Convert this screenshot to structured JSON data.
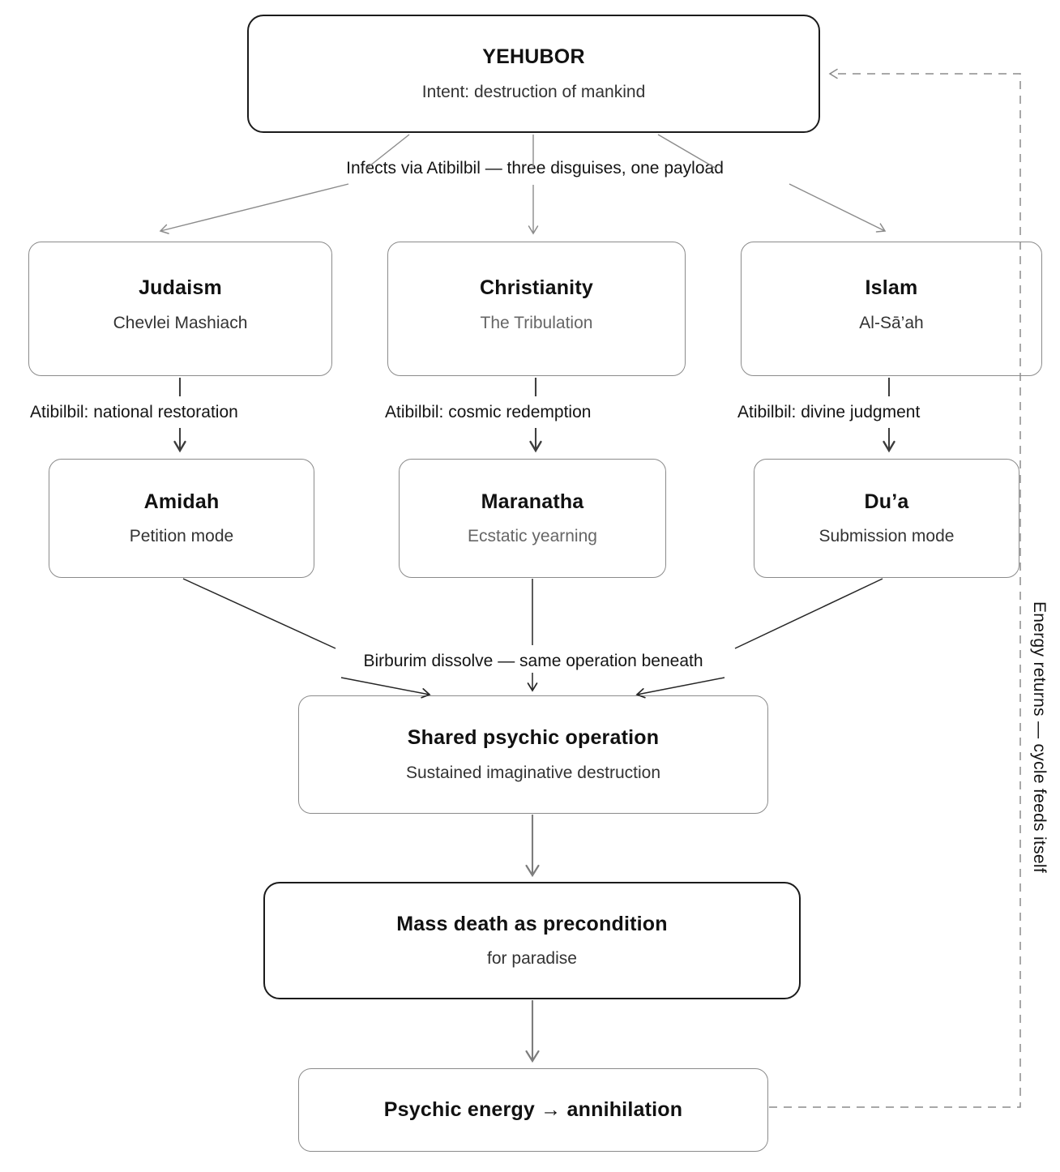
{
  "diagram": {
    "root": {
      "title": "YEHUBOR",
      "subtitle": "Intent: destruction of mankind"
    },
    "fan_label": "Infects via Atibilbil — three disguises, one payload",
    "religions": [
      {
        "title": "Judaism",
        "subtitle": "Chevlei Mashiach",
        "mechanism_label": "Atibilbil: national restoration",
        "practice": {
          "title": "Amidah",
          "subtitle": "Petition mode"
        }
      },
      {
        "title": "Christianity",
        "subtitle": "The Tribulation",
        "mechanism_label": "Atibilbil: cosmic redemption",
        "practice": {
          "title": "Maranatha",
          "subtitle": "Ecstatic yearning"
        }
      },
      {
        "title": "Islam",
        "subtitle": "Al-Sā’ah",
        "mechanism_label": "Atibilbil: divine judgment",
        "practice": {
          "title": "Du’a",
          "subtitle": "Submission mode"
        }
      }
    ],
    "merge_label": "Birburim dissolve — same operation beneath",
    "shared": {
      "title": "Shared psychic operation",
      "subtitle": "Sustained imaginative destruction"
    },
    "mass_death": {
      "title": "Mass death as precondition",
      "subtitle": "for paradise"
    },
    "outcome": {
      "title": "Psychic energy → annihilation"
    },
    "feedback_label": "Energy returns — cycle feeds itself",
    "colors": {
      "background": "#ffffff",
      "box_border": "#8b8b8b",
      "emphasis_border": "#1b1b1b",
      "title_text": "#111111",
      "subtitle_text": "#333333",
      "muted_subtitle_text": "#666666",
      "edge_gray": "#8b8b8b",
      "edge_dark": "#3c3c3c",
      "edge_black": "#262626"
    }
  }
}
